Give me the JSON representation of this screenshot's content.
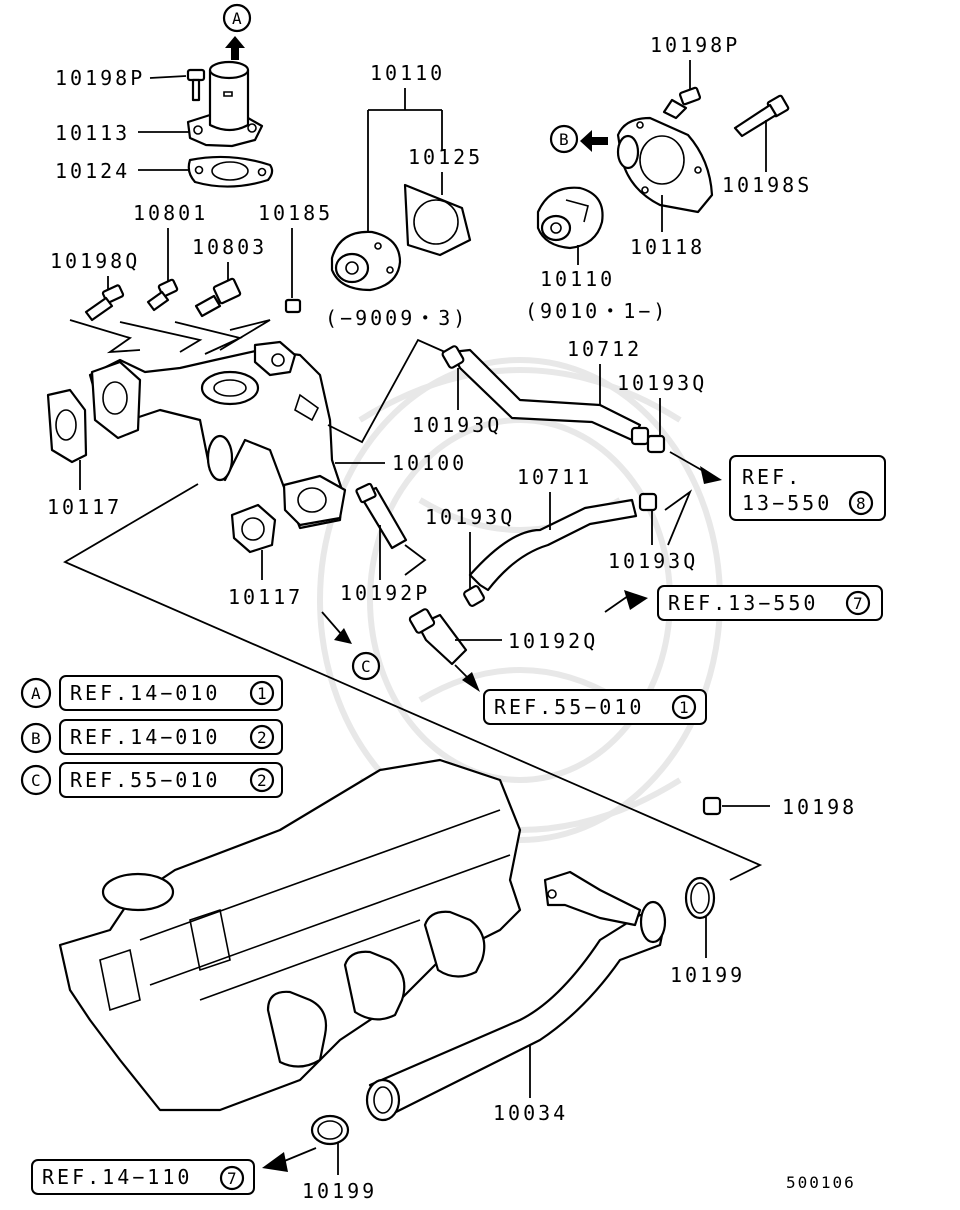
{
  "part_labels": {
    "p10198P_top": "10198P",
    "p10113": "10113",
    "p10124": "10124",
    "p10110_top": "10110",
    "p10125": "10125",
    "p10198P_right": "10198P",
    "p10198S": "10198S",
    "p10118": "10118",
    "p10110_right": "10110",
    "p10801": "10801",
    "p10185": "10185",
    "p10803": "10803",
    "p10198Q": "10198Q",
    "p10712": "10712",
    "p10193Q_a": "10193Q",
    "p10193Q_b": "10193Q",
    "p10100": "10100",
    "p10117_left": "10117",
    "p10711": "10711",
    "p10193Q_c": "10193Q",
    "p10193Q_d": "10193Q",
    "p10117_mid": "10117",
    "p10192P": "10192P",
    "p10192Q": "10192Q",
    "p10198": "10198",
    "p10199_right": "10199",
    "p10034": "10034",
    "p10199_bottom": "10199"
  },
  "date_ranges": {
    "early": "(−9009・3)",
    "late": "(9010・1−)"
  },
  "arrow_letters": {
    "a": "A",
    "b": "B",
    "c": "C"
  },
  "references": {
    "ref_8": {
      "text": "REF.",
      "text2": "13−550",
      "num": "8"
    },
    "ref_7_top": {
      "text": "REF.13−550",
      "num": "7"
    },
    "ref_55_1": {
      "text": "REF.55−010",
      "num": "1"
    },
    "legend": [
      {
        "letter": "A",
        "text": "REF.14−010",
        "num": "1"
      },
      {
        "letter": "B",
        "text": "REF.14−010",
        "num": "2"
      },
      {
        "letter": "C",
        "text": "REF.55−010",
        "num": "2"
      }
    ],
    "ref_bottom": {
      "text": "REF.14−110",
      "num": "7"
    }
  },
  "diagram_code": "500106"
}
